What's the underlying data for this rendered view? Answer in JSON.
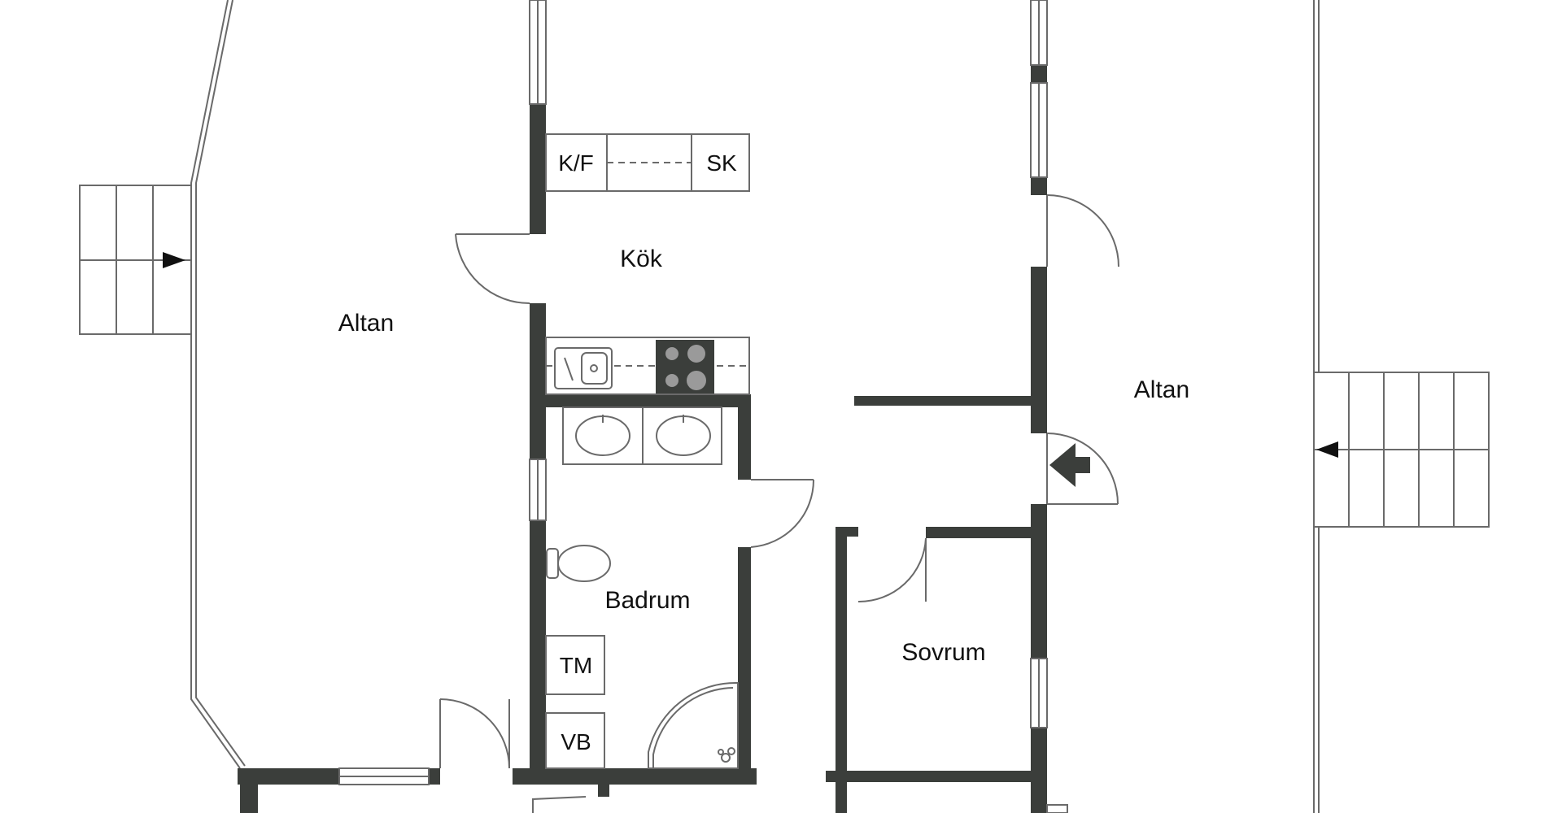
{
  "rooms": {
    "altan_left": "Altan",
    "kok": "Kök",
    "altan_right": "Altan",
    "badrum": "Badrum",
    "sovrum": "Sovrum"
  },
  "fixtures": {
    "kf": "K/F",
    "sk": "SK",
    "tm": "TM",
    "vb": "VB"
  },
  "colors": {
    "wall": "#3b3e3b",
    "line": "#6a6a6a",
    "paper": "#ffffff"
  },
  "icons": {
    "entrance": "entrance-arrow-icon",
    "stair_arrow": "stair-direction-arrow-icon",
    "stove": "stove-hob-icon",
    "sink": "kitchen-sink-icon",
    "toilet": "toilet-icon",
    "shower": "corner-shower-icon",
    "basin": "wash-basin-icon"
  }
}
